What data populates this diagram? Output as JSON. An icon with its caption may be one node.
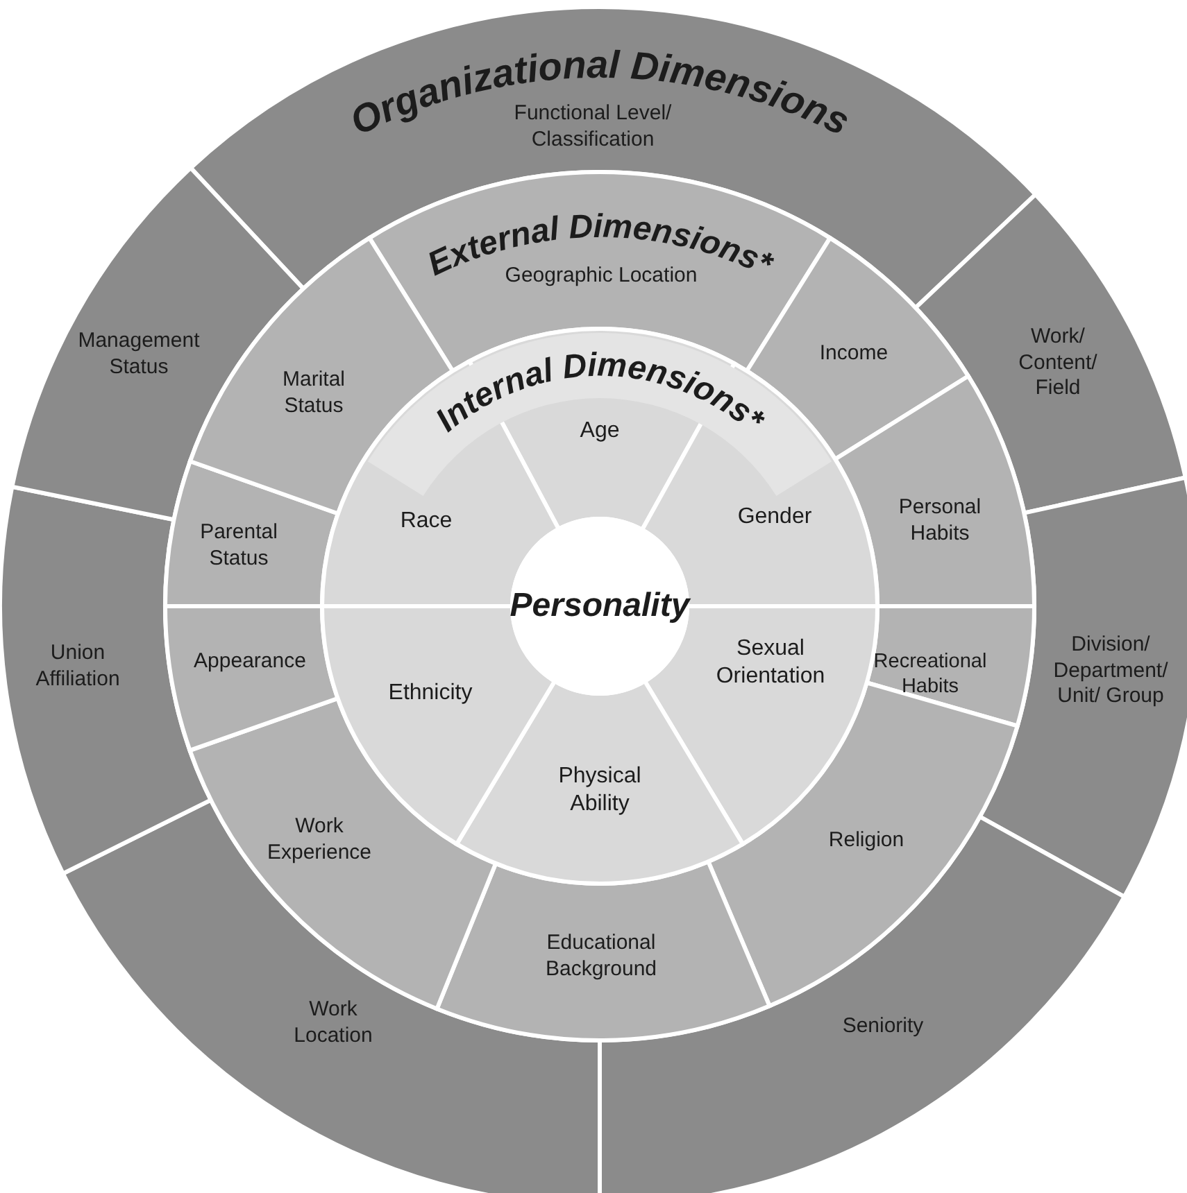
{
  "diagram": {
    "nodes": [
      {
        "text": [
          "Personality"
        ]
      },
      {
        "text": [
          "Functional Level/ Classification"
        ]
      },
      {
        "text": [
          "Work/ Content/ Field"
        ]
      },
      {
        "text": [
          "Division/ Department/ Unit/ Group"
        ]
      },
      {
        "text": [
          "Seniority"
        ]
      },
      {
        "text": [
          "Work Location"
        ]
      },
      {
        "text": [
          "Union Affiliation"
        ]
      },
      {
        "text": [
          "Management Status"
        ]
      },
      {
        "text": [
          "Geographic Location"
        ]
      },
      {
        "text": [
          "Income"
        ]
      },
      {
        "text": [
          "Personal Habits"
        ]
      },
      {
        "text": [
          "Recreational Habits"
        ]
      },
      {
        "text": [
          "Religion"
        ]
      },
      {
        "text": [
          "Educational Background"
        ]
      },
      {
        "text": [
          "Work Experience"
        ]
      },
      {
        "text": [
          "Appearance"
        ]
      },
      {
        "text": [
          "Parental Status"
        ]
      },
      {
        "text": [
          "Marital Status"
        ]
      },
      {
        "text": [
          "Age"
        ]
      },
      {
        "text": [
          "Gender"
        ]
      },
      {
        "text": [
          "Sexual Orientation"
        ]
      },
      {
        "text": [
          "Physical Ability"
        ]
      },
      {
        "text": [
          "Ethnicity"
        ]
      },
      {
        "text": [
          "Race"
        ]
      }
    ],
    "labels": [
      "Organizational Dimensions",
      "External Dimensions*",
      "Internal Dimensions*"
    ]
  }
}
